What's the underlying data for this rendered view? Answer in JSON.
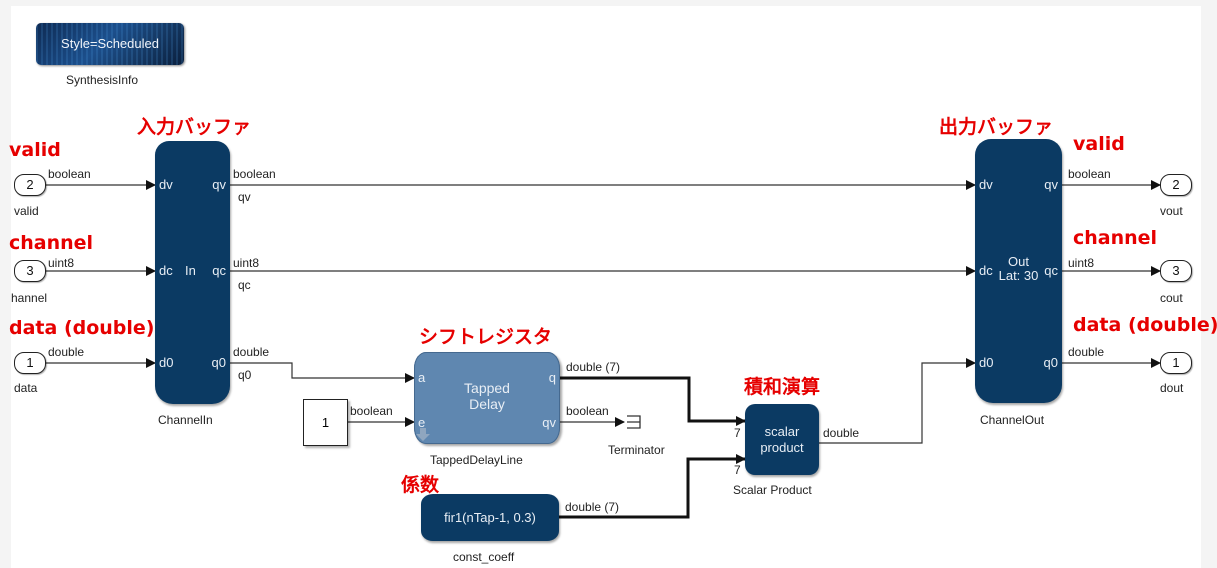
{
  "diagram": {
    "synthesis_info": {
      "block_text": "Style=Scheduled",
      "name": "SynthesisInfo"
    },
    "annotations": {
      "input_buffer": "入力バッファ",
      "output_buffer": "出力バッファ",
      "shift_register": "シフトレジスタ",
      "multiply_accumulate": "積和演算",
      "coefficients": "係数",
      "in_valid": "valid",
      "in_channel": "channel",
      "in_data": "data (double)",
      "out_valid": "valid",
      "out_channel": "channel",
      "out_data": "data (double)"
    },
    "inports": [
      {
        "number": "2",
        "name": "valid",
        "signal_type": "boolean"
      },
      {
        "number": "3",
        "name": "hannel",
        "signal_type": "uint8"
      },
      {
        "number": "1",
        "name": "data",
        "signal_type": "double"
      }
    ],
    "outports": [
      {
        "number": "2",
        "name": "vout",
        "signal_type": "boolean"
      },
      {
        "number": "3",
        "name": "cout",
        "signal_type": "uint8"
      },
      {
        "number": "1",
        "name": "dout",
        "signal_type": "double"
      }
    ],
    "channel_in": {
      "name": "ChannelIn",
      "center_text": "In",
      "inputs": [
        "dv",
        "dc",
        "d0"
      ],
      "outputs": [
        "qv",
        "qc",
        "q0"
      ],
      "output_types": [
        "boolean",
        "uint8",
        "double"
      ],
      "output_signal_names": [
        "qv",
        "qc",
        "q0"
      ]
    },
    "channel_out": {
      "name": "ChannelOut",
      "center_text_line1": "Out",
      "center_text_line2": "Lat: 30",
      "inputs": [
        "dv",
        "dc",
        "d0"
      ],
      "outputs": [
        "qv",
        "qc",
        "q0"
      ]
    },
    "tapped_delay": {
      "name": "TappedDelayLine",
      "text_line1": "Tapped",
      "text_line2": "Delay",
      "inputs": [
        "a",
        "e"
      ],
      "outputs": [
        "q",
        "qv"
      ],
      "q_type": "double (7)",
      "qv_type": "boolean"
    },
    "constant": {
      "value": "1",
      "signal_type": "boolean"
    },
    "terminator": {
      "name": "Terminator"
    },
    "const_coeff": {
      "name": "const_coeff",
      "expression": "fir1(nTap-1, 0.3)",
      "signal_type": "double (7)"
    },
    "scalar_product": {
      "name": "Scalar Product",
      "text_line1": "scalar",
      "text_line2": "product",
      "input_dims": [
        "7",
        "7"
      ],
      "output_type": "double"
    },
    "colors": {
      "annotation_red": "#e60000",
      "block_dark_blue": "#0b3a63",
      "tapped_delay_blue": "#5f87b0"
    }
  }
}
